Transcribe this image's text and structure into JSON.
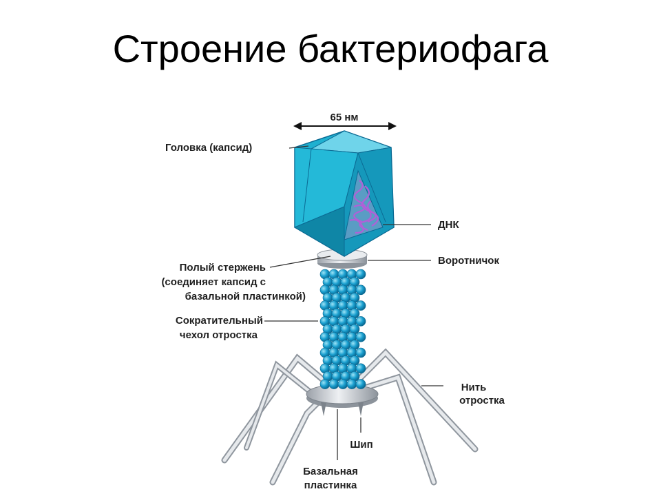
{
  "title": "Строение бактериофага",
  "dimension": "65 нм",
  "labels": {
    "head": "Головка (капсид)",
    "dna": "ДНК",
    "collar": "Воротничок",
    "hollow_core_1": "Полый стержень",
    "hollow_core_2": "(соединяет капсид с",
    "hollow_core_3": "базальной пластинкой)",
    "sheath_1": "Сократительный",
    "sheath_2": "чехол отростка",
    "fiber_1": "Нить",
    "fiber_2": "отростка",
    "spike": "Шип",
    "baseplate_1": "Базальная",
    "baseplate_2": "пластинка"
  },
  "colors": {
    "capsid": "#1fb0d0",
    "capsid_dark": "#0f86a6",
    "capsid_light": "#6fd4ea",
    "dna": "#b060d8",
    "sheath_bead": "#1a9fcf",
    "metal": "#c8ccd2"
  }
}
